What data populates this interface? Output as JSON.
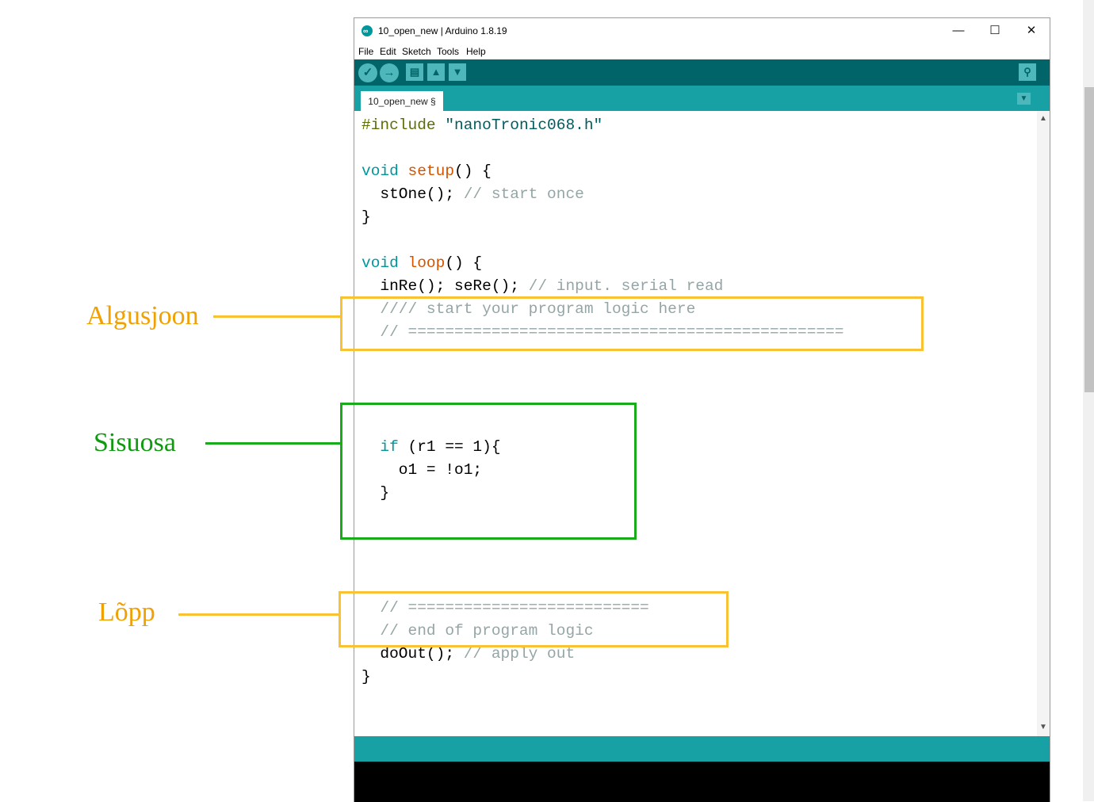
{
  "window": {
    "title": "10_open_new | Arduino 1.8.19",
    "icon_label": "∞",
    "controls": [
      "—",
      "☐",
      "✕"
    ]
  },
  "menu": [
    "File",
    "Edit",
    "Sketch",
    "Tools",
    "Help"
  ],
  "toolbar": {
    "verify_glyph": "✓",
    "upload_glyph": "→",
    "new_glyph": "▤",
    "open_glyph": "▲",
    "save_glyph": "▼",
    "serial_glyph": "⚲"
  },
  "tab": {
    "label": "10_open_new §",
    "menu_glyph": "▼"
  },
  "code": {
    "include_directive": "#include",
    "include_file": "\"nanoTronic068.h\"",
    "void1": "void",
    "setup_fn": "setup",
    "setup_rest": "() {",
    "stone": "  stOne();",
    "stone_comment": " // start once",
    "close1": "}",
    "void2": "void",
    "loop_fn": "loop",
    "loop_rest": "() {",
    "inre": "  inRe(); seRe();",
    "inre_comment": " // input. serial read",
    "start_comment": "  //// start your program logic here",
    "sep_comment_long": "  // ===============================================",
    "if_kw": "  if",
    "if_rest": " (r1 == 1){",
    "o1_line": "    o1 = !o1;",
    "close_if": "  }",
    "sep_comment_short": "  // ==========================",
    "end_comment": "  // end of program logic",
    "doout": "  doOut();",
    "doout_comment": " // apply out",
    "close2": "}"
  },
  "annotations": {
    "start_label": "Algusjoon",
    "middle_label": "Sisuosa",
    "end_label": "Lõpp",
    "orange": "#f9c234",
    "green": "#1aab1a",
    "label_orange": "#f0a000",
    "label_green": "#119911"
  },
  "scroll_glyphs": {
    "up": "▲",
    "down": "▼"
  }
}
